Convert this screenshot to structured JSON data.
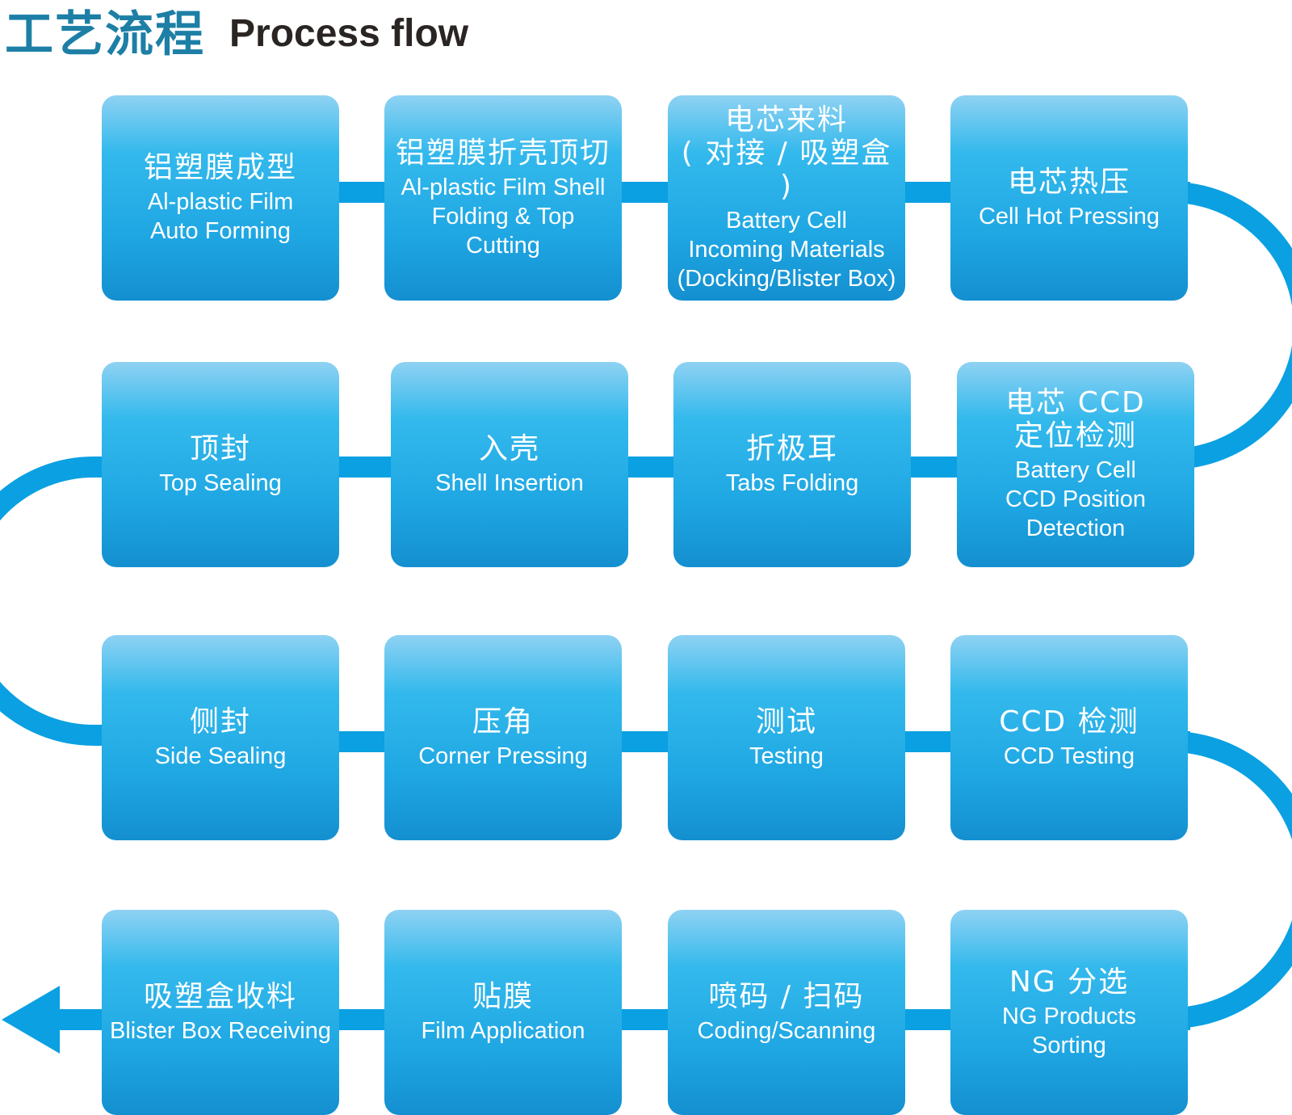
{
  "heading": {
    "title_cn": "工艺流程",
    "title_en": "Process flow"
  },
  "colors": {
    "accent": "#1fa7e3",
    "connector": "#0aa0e2",
    "title": "#1d7fa6",
    "text_dark": "#2a2522"
  },
  "steps": [
    {
      "cn": "铝塑膜成型",
      "en": "Al-plastic Film\nAuto Forming"
    },
    {
      "cn": "铝塑膜折壳顶切",
      "en": "Al-plastic Film Shell\nFolding & Top\nCutting"
    },
    {
      "cn": "电芯来料\n( 对接 / 吸塑盒 )",
      "en": "Battery Cell\nIncoming Materials\n(Docking/Blister Box)"
    },
    {
      "cn": "电芯热压",
      "en": "Cell Hot Pressing"
    },
    {
      "cn": "电芯 CCD\n定位检测",
      "en": "Battery Cell\nCCD Position\nDetection"
    },
    {
      "cn": "折极耳",
      "en": "Tabs Folding"
    },
    {
      "cn": "入壳",
      "en": "Shell Insertion"
    },
    {
      "cn": "顶封",
      "en": "Top Sealing"
    },
    {
      "cn": "侧封",
      "en": "Side Sealing"
    },
    {
      "cn": "压角",
      "en": "Corner Pressing"
    },
    {
      "cn": "测试",
      "en": "Testing"
    },
    {
      "cn": "CCD 检测",
      "en": "CCD Testing"
    },
    {
      "cn": "NG 分选",
      "en": "NG Products\nSorting"
    },
    {
      "cn": "喷码 / 扫码",
      "en": "Coding/Scanning"
    },
    {
      "cn": "贴膜",
      "en": "Film Application"
    },
    {
      "cn": "吸塑盒收料",
      "en": "Blister Box Receiving"
    }
  ]
}
